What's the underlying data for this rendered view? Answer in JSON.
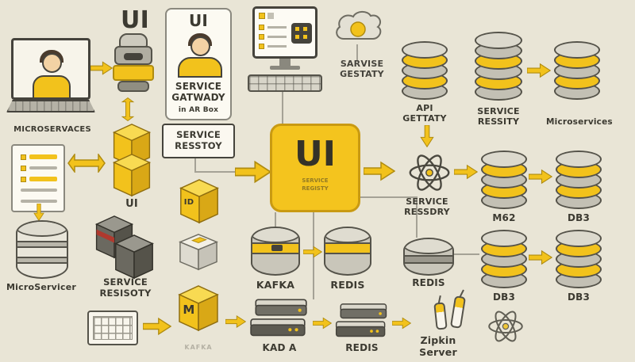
{
  "colors": {
    "background": "#e9e5d6",
    "accent": "#f2c21c",
    "outline": "#55534a",
    "text": "#3c3a31"
  },
  "nodes": {
    "laptop_label": "MICROSERVACES",
    "ui_heading": "UI",
    "ui_crates_label": "UI",
    "card_title": "UI",
    "card_caption": [
      "SERVICE",
      "GATWADY"
    ],
    "card_subcaption": "in AR Box",
    "service_gateway_box": [
      "SERVICE",
      "RESSTOY"
    ],
    "gateway_note": [
      "SARVISE",
      "GESTATY"
    ],
    "api_gateway_stack": [
      "API",
      "GETTATY"
    ],
    "service_registry_stack": [
      "SERVICE",
      "RESSITY"
    ],
    "microservices_stack": "Microservices",
    "ui_box_title": "UI",
    "ui_box_subtext": [
      "SERVICE",
      "REGISTY"
    ],
    "atom_label": [
      "SERVICE",
      "RESSDRY"
    ],
    "db_m62": "M62",
    "db3_top": "DB3",
    "db3_bottom_left": "DB3",
    "db3_bottom_right": "DB3",
    "microservicer_label": "MicroServicer",
    "dark_boxes_label": [
      "SERVICE",
      "RESISOTY"
    ],
    "crate_id_text": "ID",
    "kafka_label": "KAFKA",
    "redis_mid_label": "REDIS",
    "redis_lone_label": "REDIS",
    "m_crate_text": "M",
    "m_crate_caption": "KAFKA",
    "kadia_label": "KAD A",
    "redis_server_label": "REDIS",
    "zipkin_label": "Zipkin Server"
  }
}
